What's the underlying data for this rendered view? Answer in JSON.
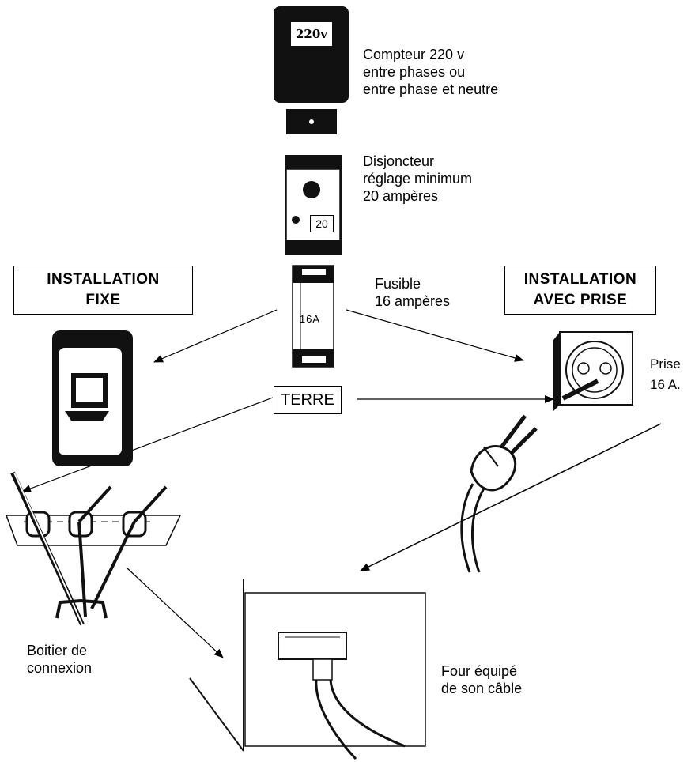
{
  "meter": {
    "display": "220v",
    "caption": [
      "Compteur 220 v",
      "entre  phases ou",
      "entre phase et neutre"
    ]
  },
  "breaker": {
    "value": "20",
    "caption": [
      "Disjoncteur",
      "réglage minimum",
      "20 ampères"
    ]
  },
  "fuse": {
    "value": "16A",
    "caption": [
      "Fusible",
      "16 ampères"
    ]
  },
  "installation_fixe": [
    "INSTALLATION",
    "FIXE"
  ],
  "installation_prise": [
    "INSTALLATION",
    "AVEC PRISE"
  ],
  "terre": "TERRE",
  "prise": [
    "Prise",
    "16 A."
  ],
  "boitier": [
    "Boitier de",
    "connexion"
  ],
  "four": [
    "Four équipé",
    "de son câble"
  ]
}
